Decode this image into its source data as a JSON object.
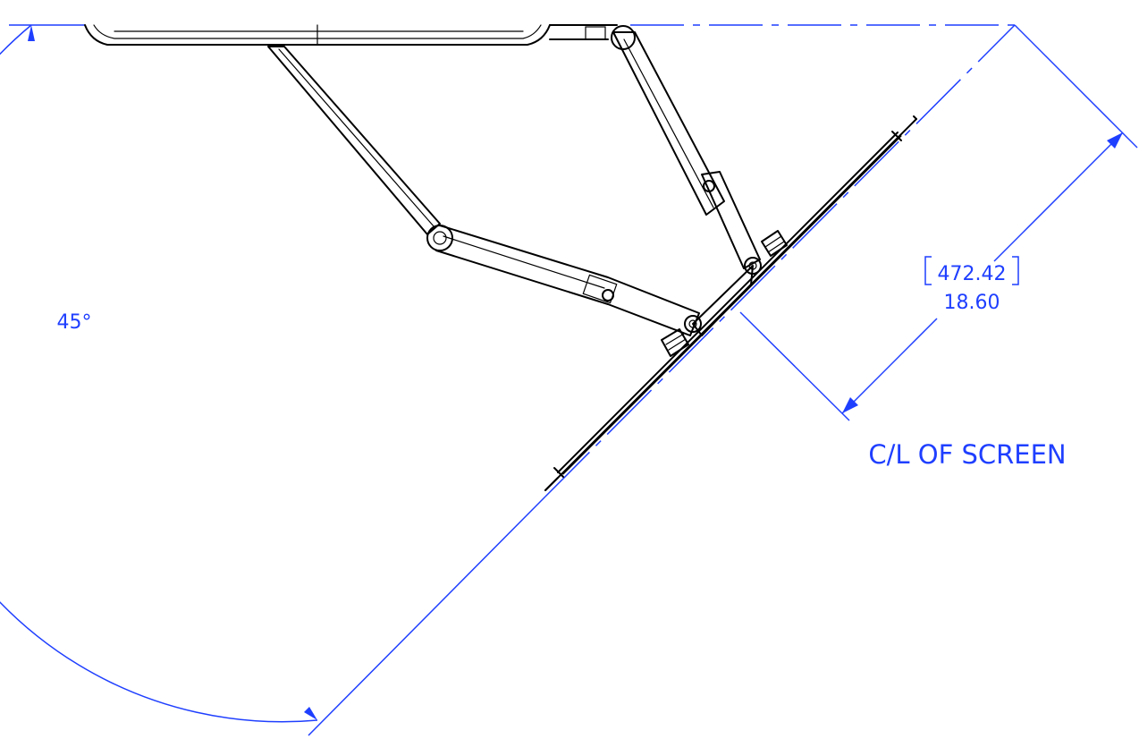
{
  "dimensions": {
    "angle_label": "45°",
    "distance_metric": "472.42",
    "distance_imperial": "18.60",
    "centerline_label": "C/L OF SCREEN"
  },
  "colors": {
    "dimension": "#1f3fff",
    "outline": "#000000",
    "background": "#ffffff"
  }
}
